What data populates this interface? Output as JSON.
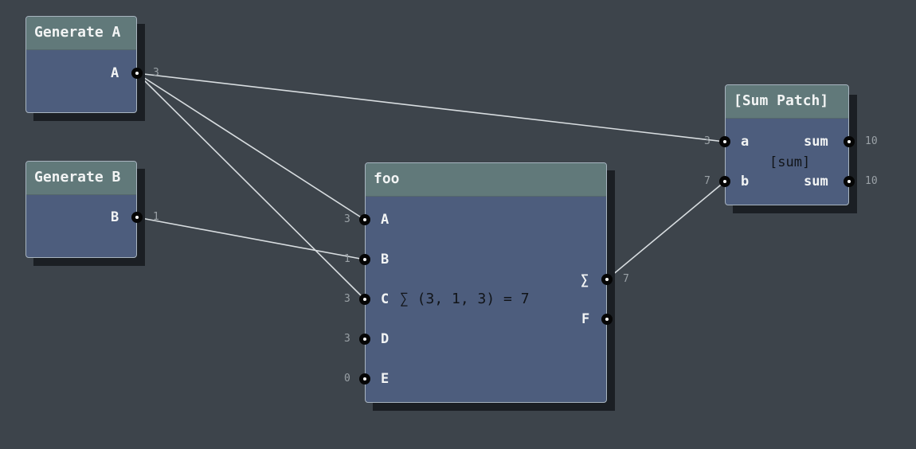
{
  "nodes": {
    "generate_a": {
      "title": "Generate A",
      "out_label": "A",
      "out_value": "3"
    },
    "generate_b": {
      "title": "Generate B",
      "out_label": "B",
      "out_value": "1"
    },
    "foo": {
      "title": "foo",
      "inputs": [
        {
          "label": "A",
          "value": "3"
        },
        {
          "label": "B",
          "value": "1"
        },
        {
          "label": "C",
          "value": "3"
        },
        {
          "label": "D",
          "value": "3"
        },
        {
          "label": "E",
          "value": "0"
        }
      ],
      "outputs": [
        {
          "label": "∑",
          "value": "7"
        },
        {
          "label": "F",
          "value": ""
        }
      ],
      "expression": "∑ (3, 1, 3) = 7"
    },
    "sum_patch": {
      "title": "[Sum Patch]",
      "inputs": [
        {
          "label": "a",
          "value": "3"
        },
        {
          "label": "b",
          "value": "7"
        }
      ],
      "outputs": [
        {
          "label": "sum",
          "value": "10"
        },
        {
          "label": "sum",
          "value": "10"
        }
      ],
      "inner_label": "[sum]"
    }
  },
  "colors": {
    "background": "#3d444b",
    "node_body": "#4d5d7d",
    "node_header": "#61797a",
    "wire": "#d8dde0"
  }
}
